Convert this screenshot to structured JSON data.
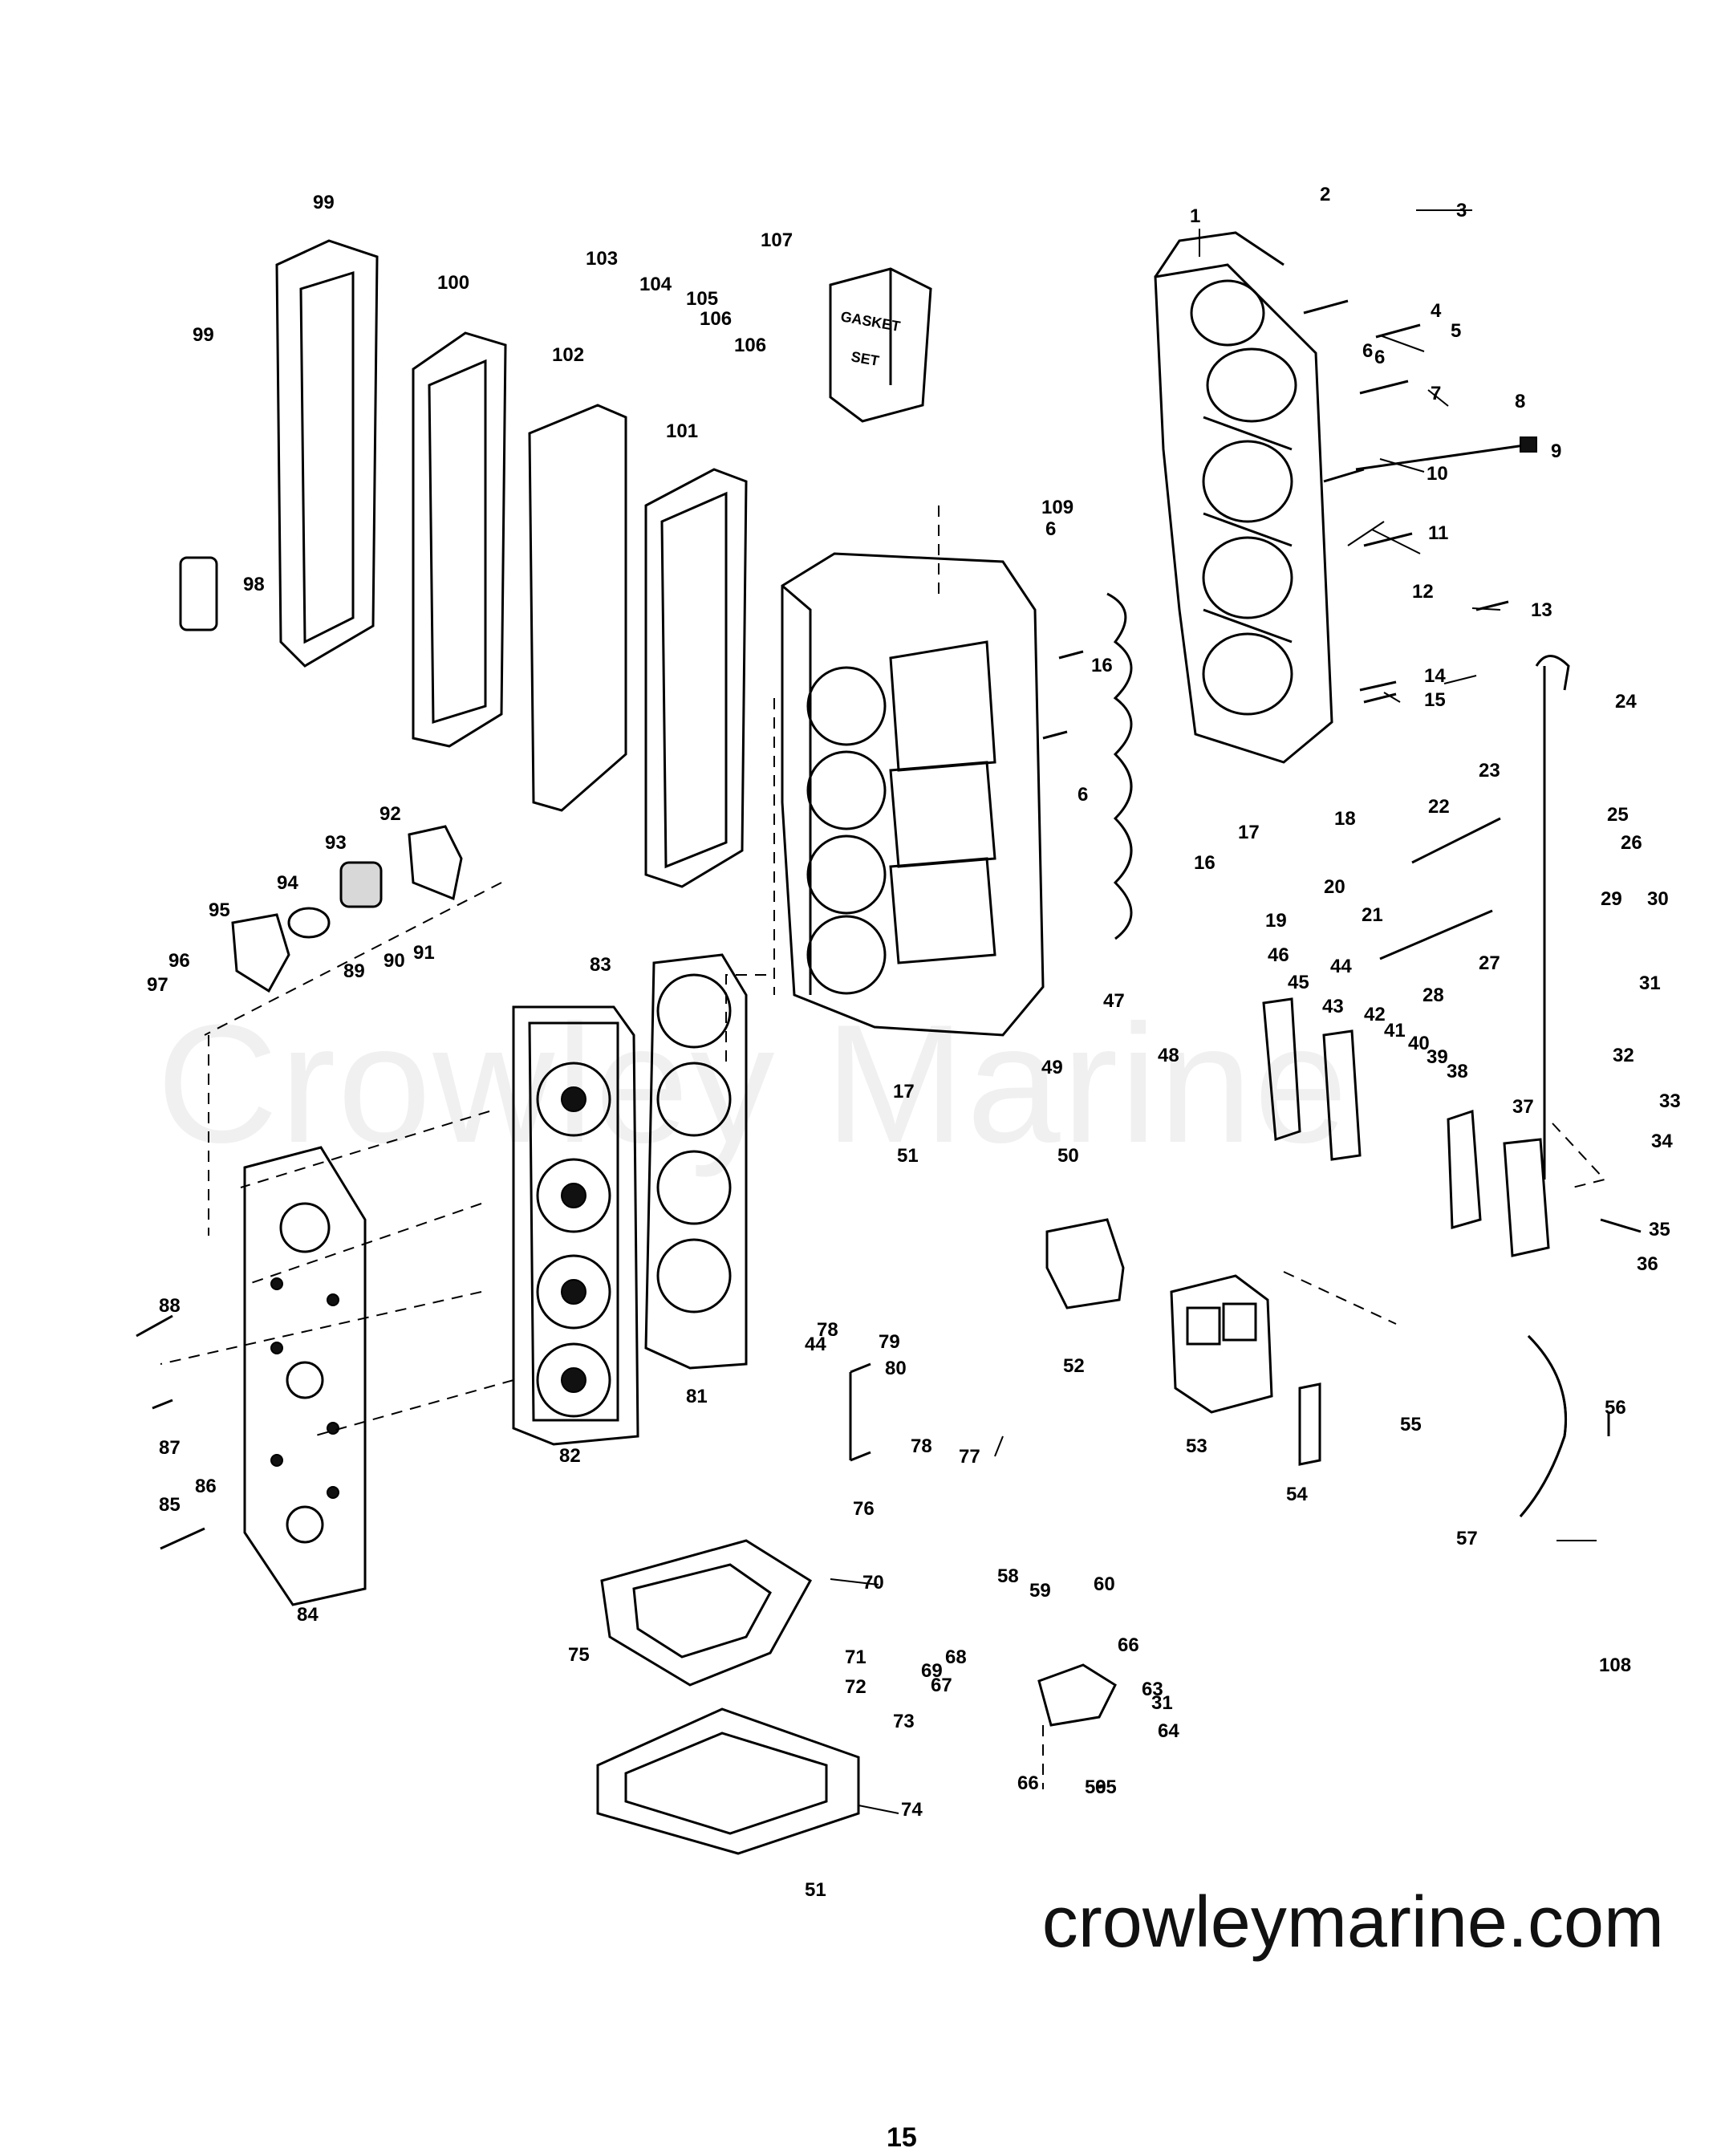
{
  "watermark": "Crowley Marine",
  "site_url": "crowleymarine.com",
  "page_number": "15",
  "gasket_box": {
    "line1": "GASKET",
    "line2": "SET"
  },
  "callouts": [
    "1",
    "2",
    "3",
    "4",
    "5",
    "6",
    "7",
    "8",
    "9",
    "10",
    "11",
    "12",
    "13",
    "14",
    "15",
    "16",
    "16",
    "17",
    "17",
    "18",
    "19",
    "20",
    "21",
    "22",
    "23",
    "24",
    "25",
    "26",
    "27",
    "28",
    "29",
    "30",
    "31",
    "31",
    "32",
    "33",
    "34",
    "35",
    "36",
    "37",
    "38",
    "39",
    "40",
    "41",
    "42",
    "43",
    "44",
    "44",
    "45",
    "46",
    "47",
    "48",
    "49",
    "50",
    "51",
    "51",
    "52",
    "53",
    "54",
    "55",
    "56",
    "57",
    "58",
    "59",
    "59",
    "60",
    "63",
    "64",
    "65",
    "66",
    "66",
    "67",
    "68",
    "69",
    "70",
    "71",
    "72",
    "73",
    "74",
    "75",
    "76",
    "77",
    "78",
    "78",
    "79",
    "80",
    "81",
    "82",
    "83",
    "84",
    "85",
    "86",
    "87",
    "88",
    "89",
    "90",
    "91",
    "92",
    "93",
    "94",
    "95",
    "96",
    "97",
    "98",
    "99",
    "99",
    "100",
    "101",
    "102",
    "103",
    "104",
    "105",
    "106",
    "106",
    "107",
    "108",
    "109",
    "6",
    "6",
    "6"
  ]
}
